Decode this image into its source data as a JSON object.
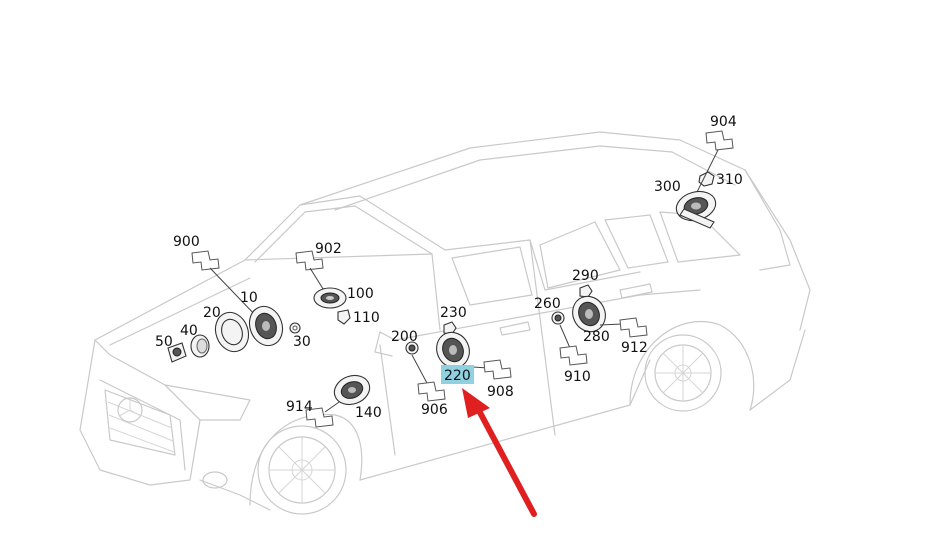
{
  "diagram": {
    "labels": {
      "l904": "904",
      "l310": "310",
      "l300": "300",
      "l902": "902",
      "l900": "900",
      "l100": "100",
      "l110": "110",
      "l10": "10",
      "l20": "20",
      "l40": "40",
      "l50": "50",
      "l30": "30",
      "l230": "230",
      "l200": "200",
      "l220": "220",
      "l906": "906",
      "l908": "908",
      "l290": "290",
      "l260": "260",
      "l280": "280",
      "l912": "912",
      "l910": "910",
      "l914": "914",
      "l140": "140"
    },
    "highlight": {
      "label": "220",
      "color": "#8fd1e0"
    },
    "arrow_color": "#e02020"
  }
}
